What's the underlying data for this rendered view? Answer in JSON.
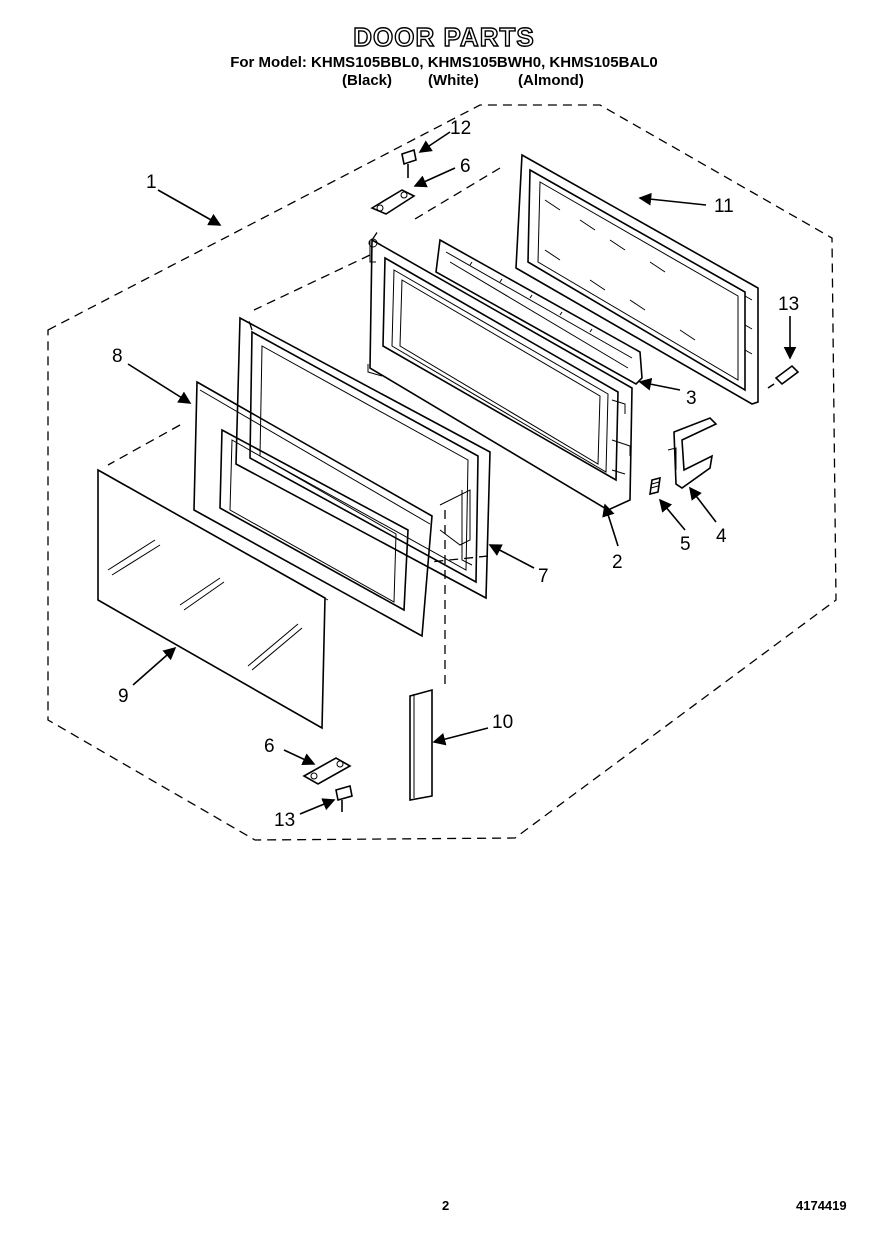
{
  "header": {
    "title": "DOOR PARTS",
    "model_line": "For Model: KHMS105BBL0, KHMS105BWH0, KHMS105BAL0",
    "variant_black": "(Black)",
    "variant_white": "(White)",
    "variant_almond": "(Almond)"
  },
  "callouts": {
    "c1": "1",
    "c2": "2",
    "c3": "3",
    "c4": "4",
    "c5": "5",
    "c6_top": "6",
    "c6_bottom": "6",
    "c7": "7",
    "c8": "8",
    "c9": "9",
    "c10": "10",
    "c11": "11",
    "c12": "12",
    "c13_right": "13",
    "c13_bottom": "13"
  },
  "footer": {
    "page_number": "2",
    "doc_number": "4174419"
  }
}
